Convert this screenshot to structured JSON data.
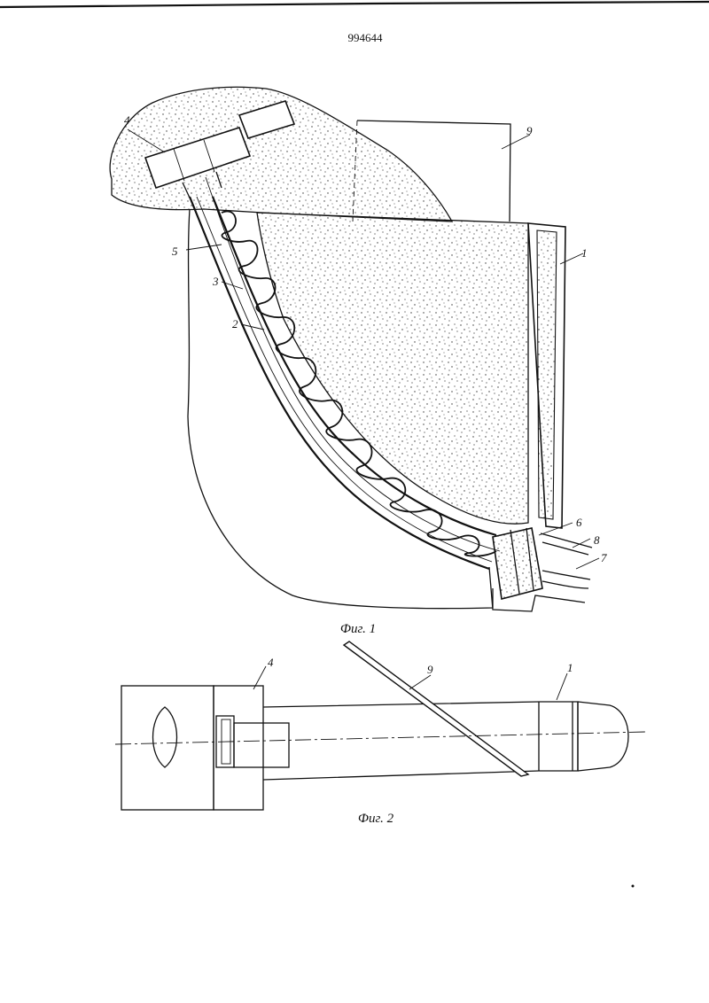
{
  "document": {
    "patent_number": "994644",
    "figures": [
      {
        "caption": "Фиг. 1"
      },
      {
        "caption": "Фиг. 2"
      }
    ],
    "fig1_labels": [
      "1",
      "2",
      "3",
      "4",
      "5",
      "6",
      "7",
      "8",
      "9"
    ],
    "fig2_labels": [
      "1",
      "4",
      "9"
    ]
  }
}
